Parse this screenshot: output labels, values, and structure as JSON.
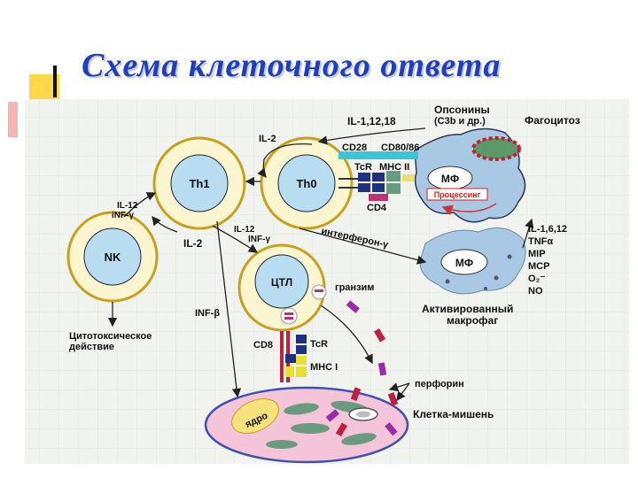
{
  "slide": {
    "title": "Схема клеточного ответа",
    "accent_color": "#1f3fbf"
  },
  "diagram": {
    "cells": {
      "th1": "Th1",
      "th0": "Th0",
      "nk": "NK",
      "ctl": "ЦТЛ",
      "mf_top": "МФ",
      "mf_activated": "МФ",
      "nucleus": "ядро"
    },
    "labels": {
      "opsonins_1": "Опсонины",
      "opsonins_2": "(С3b и др.)",
      "phagocytosis": "Фагоцитоз",
      "il_1_12_18": "IL-1,12,18",
      "il_2_top": "IL-2",
      "cd28": "CD28",
      "cd80_86": "CD80/86",
      "tcr_top": "TcR",
      "mhc2": "MHC II",
      "cd4": "CD4",
      "processing": "Процессинг",
      "il12_1": "IL-12",
      "inf_gamma_1": "iNF-γ",
      "il_2_mid": "IL-2",
      "il12_2": "IL-12",
      "inf_gamma_2": "INF-γ",
      "interferon": "интерферон-γ",
      "granzyme": "гранзим",
      "inf_beta": "INF-β",
      "cytotoxic_1": "Цитотоксическое",
      "cytotoxic_2": "действие",
      "cd8": "CD8",
      "tcr_bottom": "TcR",
      "mhc1": "MHC I",
      "perforin": "перфорин",
      "target_cell": "Клетка-мишень",
      "activated_1": "Активированный",
      "activated_2": "макрофаг",
      "cytokines": [
        "IL-1,6,12",
        "TNFα",
        "MIP",
        "MCP",
        "O₂⁻",
        "NO"
      ]
    }
  }
}
